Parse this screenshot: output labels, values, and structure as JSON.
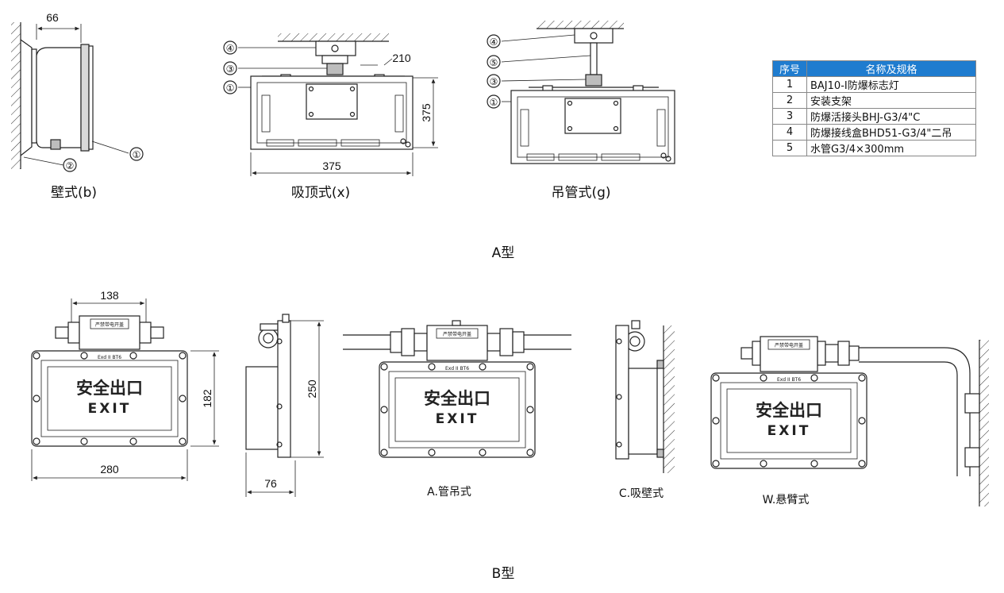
{
  "sections": {
    "a": "A型",
    "b": "B型"
  },
  "a_views": {
    "wall": {
      "caption": "壁式(b)",
      "dim_depth": "66"
    },
    "ceiling": {
      "caption": "吸顶式(x)",
      "dim_width": "375",
      "dim_height": "375",
      "dim_bracket": "210"
    },
    "pendant": {
      "caption": "吊管式(g)"
    }
  },
  "callouts": [
    "①",
    "②",
    "③",
    "④",
    "⑤"
  ],
  "b_views": {
    "front": {
      "dim_top": "138",
      "dim_width": "280",
      "dim_height": "182"
    },
    "side": {
      "dim_height": "250",
      "dim_depth": "76"
    },
    "pipe": {
      "caption": "A.管吊式"
    },
    "wall": {
      "caption": "C.吸壁式"
    },
    "arm": {
      "caption": "W.悬臂式"
    }
  },
  "sign": {
    "text": "安全出口",
    "exit": "EXIT",
    "mark": "Exd II BT6",
    "plate": "严禁带电开盖"
  },
  "spec_table": {
    "headers": [
      "序号",
      "名称及规格"
    ],
    "rows": [
      [
        "1",
        "BAJ10-I防爆标志灯"
      ],
      [
        "2",
        "安装支架"
      ],
      [
        "3",
        "防爆活接头BHJ-G3/4\"C"
      ],
      [
        "4",
        "防爆接线盒BHD51-G3/4\"二吊"
      ],
      [
        "5",
        "水管G3/4×300mm"
      ]
    ]
  },
  "colors": {
    "table_header": "#1f7ccf"
  }
}
